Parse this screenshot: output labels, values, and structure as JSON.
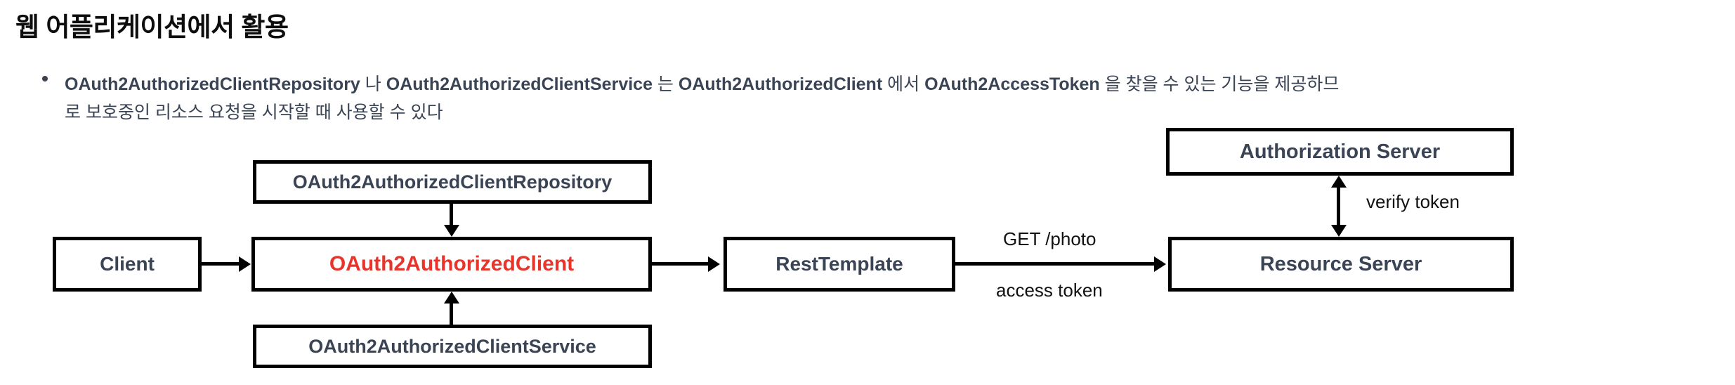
{
  "slide": {
    "title": "웹 어플리케이션에서 활용"
  },
  "bullet": {
    "marker": "•",
    "line1_part1": "OAuth2AuthorizedClientRepository",
    "line1_sep1": " 나 ",
    "line1_part2": "OAuth2AuthorizedClientService",
    "line1_sep2": " 는 ",
    "line1_part3": "OAuth2AuthorizedClient",
    "line1_sep3": " 에서 ",
    "line1_part4": "OAuth2AccessToken",
    "line1_tail": " 을 찾을 수 있는 기능을 제공하므",
    "line2": "로 보호중인 리소스 요청을 시작할 때 사용할 수 있다"
  },
  "diagram": {
    "nodes": {
      "client": "Client",
      "authorized_client": "OAuth2AuthorizedClient",
      "repository": "OAuth2AuthorizedClientRepository",
      "service": "OAuth2AuthorizedClientService",
      "rest_template": "RestTemplate",
      "authorization_server": "Authorization Server",
      "resource_server": "Resource Server"
    },
    "edge_labels": {
      "get_photo": "GET /photo",
      "access_token": "access token",
      "verify_token": "verify token"
    },
    "colors": {
      "highlight_red": "#e8342a",
      "node_text": "#3a4455",
      "node_border": "#000000",
      "body_text": "#3a4455",
      "title_text": "#0d0d0d"
    }
  }
}
